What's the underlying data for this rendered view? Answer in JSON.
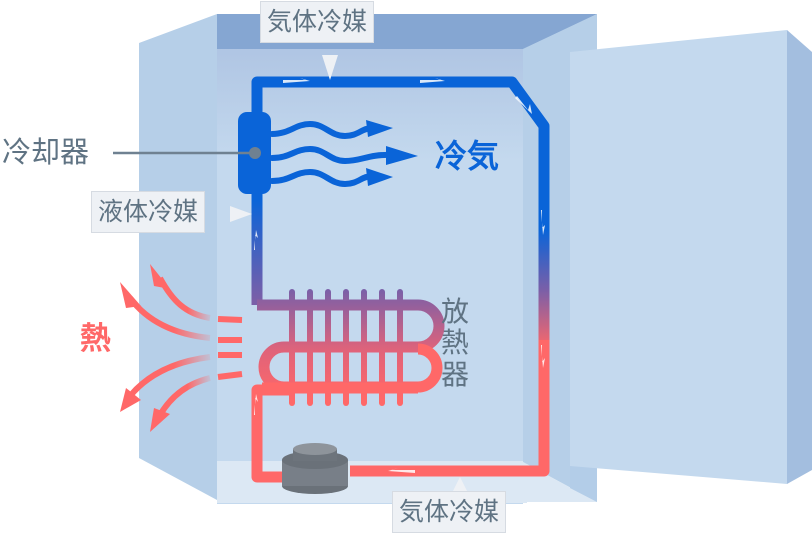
{
  "diagram": {
    "title": "冷蔵庫の冷却サイクル",
    "labels": {
      "gas_refrigerant_top": "気体冷媒",
      "gas_refrigerant_bottom": "気体冷媒",
      "liquid_refrigerant": "液体冷媒",
      "cooler": "冷却器",
      "cold_air": "冷気",
      "heat": "熱",
      "radiator": "放熱器"
    },
    "colors": {
      "cold_pipe": "#0a64d8",
      "hot_pipe": "#ff6868",
      "mid_pipe": "#7a5fa8",
      "cabinet_light": "#c4d9ee",
      "cabinet_side": "#b3cde8",
      "cabinet_top": "#85a6d2",
      "label_text": "#5f7383",
      "compressor": "#787f88"
    },
    "components": [
      "cooler",
      "radiator",
      "compressor",
      "refrigerant-pipe",
      "refrigerator-cabinet",
      "door"
    ]
  }
}
